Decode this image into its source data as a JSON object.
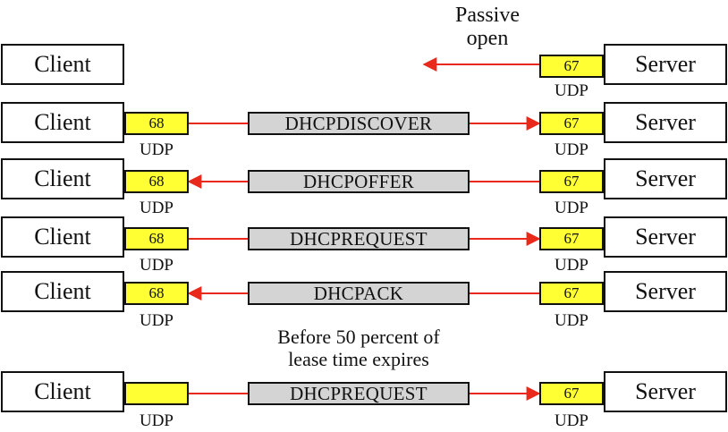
{
  "colors": {
    "port_fill": "#ffff33",
    "message_fill": "#d4d4d4",
    "arrow": "#e8291c",
    "border": "#111111"
  },
  "passive_open": {
    "line1": "Passive",
    "line2": "open"
  },
  "client_label": "Client",
  "server_label": "Server",
  "udp_label": "UDP",
  "top_server_port": "67",
  "rows": [
    {
      "client_port": "68",
      "message": "DHCPDISCOVER",
      "server_port": "67",
      "direction": "to-server"
    },
    {
      "client_port": "68",
      "message": "DHCPOFFER",
      "server_port": "67",
      "direction": "to-client"
    },
    {
      "client_port": "68",
      "message": "DHCPREQUEST",
      "server_port": "67",
      "direction": "to-server"
    },
    {
      "client_port": "68",
      "message": "DHCPACK",
      "server_port": "67",
      "direction": "to-client"
    }
  ],
  "renewal_note": {
    "line1": "Before 50 percent of",
    "line2": "lease time expires"
  },
  "last_row": {
    "client_port": "",
    "message": "DHCPREQUEST",
    "server_port": "67",
    "direction": "to-server"
  }
}
